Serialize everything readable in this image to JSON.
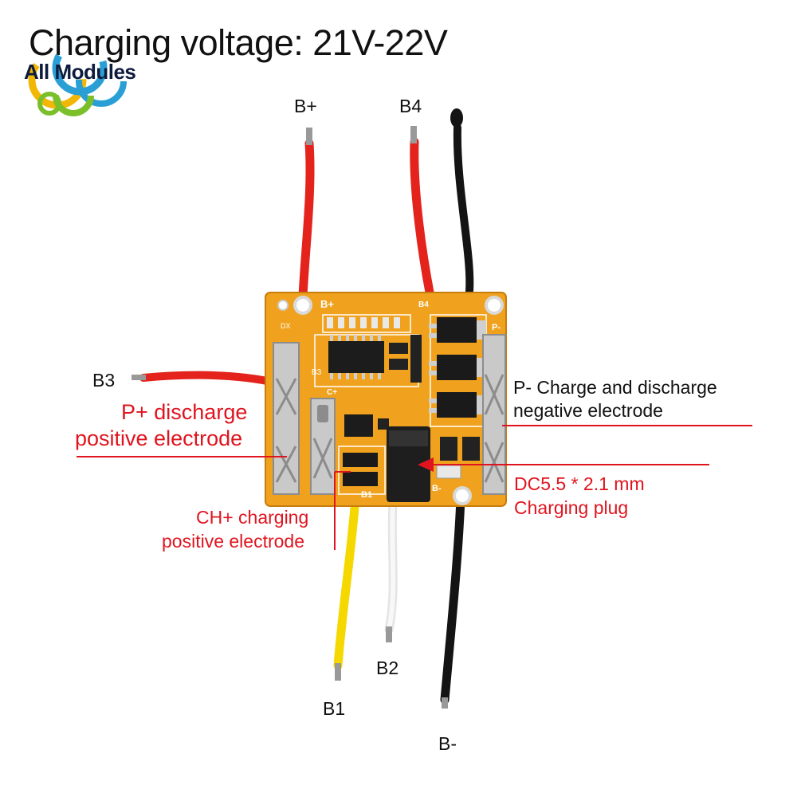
{
  "title": "Charging voltage: 21V-22V",
  "logo": {
    "text": "All Modules"
  },
  "wire_labels": {
    "b_plus": "B+",
    "b4": "B4",
    "b3": "B3",
    "b2": "B2",
    "b1": "B1",
    "b_minus": "B-"
  },
  "annotations": {
    "p_plus_line1": "P+ discharge",
    "p_plus_line2": "positive electrode",
    "p_minus_line1": "P- Charge and discharge",
    "p_minus_line2": "negative electrode",
    "dc_line1": "DC5.5 * 2.1 mm",
    "dc_line2": "Charging plug",
    "ch_line1": "CH+ charging",
    "ch_line2": "positive electrode"
  },
  "pcb_silkscreen": {
    "b_plus": "B+",
    "b4": "B4",
    "b3": "B3",
    "b1": "B1",
    "b_minus": "B-",
    "p_minus": "P-",
    "dx": "DX",
    "c": "C+"
  },
  "colors": {
    "annotation_red": "#e0141e",
    "pcb_orange": "#f0a21e",
    "wire_red": "#e3231c",
    "wire_black": "#141414",
    "wire_yellow": "#f5d800",
    "wire_white": "#f2f2f2"
  }
}
